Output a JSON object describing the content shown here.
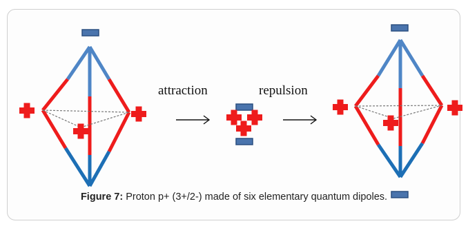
{
  "labels": {
    "attraction": "attraction",
    "repulsion": "repulsion"
  },
  "caption": {
    "label": "Figure 7:",
    "text": "Proton p+ (3+/2-) made of six elementary quantum dipoles."
  },
  "colors": {
    "positive_red": "#ee1c1c",
    "light_blue": "#4f86c6",
    "dark_blue": "#1d6fb5",
    "minus_fill": "#4a74ad",
    "minus_border": "#2b4f80",
    "dash_gray": "#777777"
  },
  "icons": {
    "positive_charge": "plus-icon",
    "negative_charge": "minus-icon",
    "arrow": "arrow-right-icon"
  }
}
